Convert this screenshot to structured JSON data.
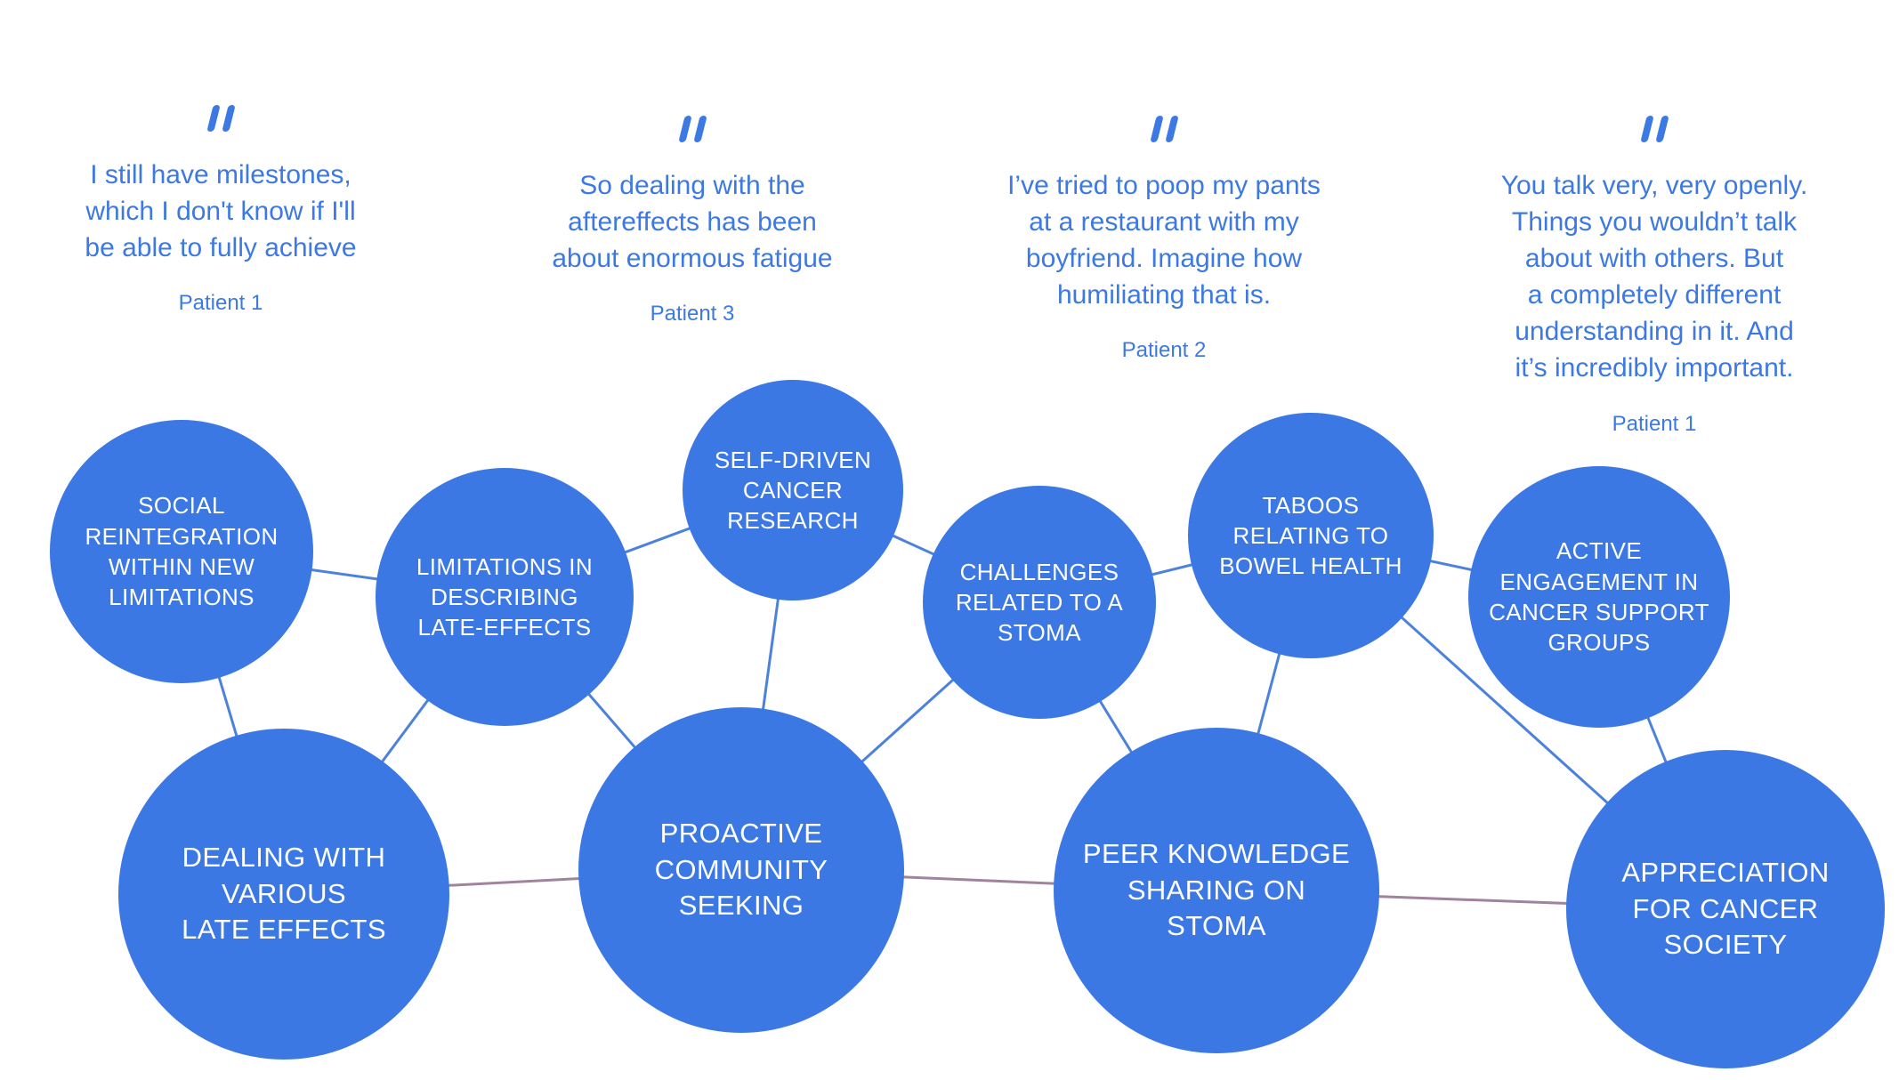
{
  "quotes": [
    {
      "text": "I still have milestones,\nwhich I don't know if I'll\nbe able to fully achieve",
      "attribution": "Patient 1"
    },
    {
      "text": "So dealing with the\naftereffects has been\nabout enormous fatigue",
      "attribution": "Patient 3"
    },
    {
      "text": "I’ve tried to poop my pants\nat a restaurant with my\nboyfriend. Imagine how\nhumiliating that is.",
      "attribution": "Patient 2"
    },
    {
      "text": "You talk very, very openly.\nThings you wouldn’t talk\nabout with others. But\na completely different\nunderstanding in it. And\nit’s incredibly important.",
      "attribution": "Patient 1"
    }
  ],
  "nodes": [
    {
      "label": "SOCIAL\nREINTEGRATION\nWITHIN NEW\nLIMITATIONS"
    },
    {
      "label": "LIMITATIONS IN\nDESCRIBING\nLATE-EFFECTS"
    },
    {
      "label": "SELF-DRIVEN\nCANCER\nRESEARCH"
    },
    {
      "label": "CHALLENGES\nRELATED TO A\nSTOMA"
    },
    {
      "label": "TABOOS\nRELATING TO\nBOWEL HEALTH"
    },
    {
      "label": "ACTIVE\nENGAGEMENT IN\nCANCER SUPPORT\nGROUPS"
    },
    {
      "label": "DEALING WITH\nVARIOUS\nLATE EFFECTS"
    },
    {
      "label": "PROACTIVE\nCOMMUNITY\nSEEKING"
    },
    {
      "label": "PEER KNOWLEDGE\nSHARING ON\nSTOMA"
    },
    {
      "label": "APPRECIATION\nFOR CANCER\nSOCIETY"
    }
  ],
  "edges": [
    {
      "from": 0,
      "to": 1,
      "color": "blue"
    },
    {
      "from": 0,
      "to": 6,
      "color": "blue"
    },
    {
      "from": 1,
      "to": 2,
      "color": "blue"
    },
    {
      "from": 1,
      "to": 6,
      "color": "blue"
    },
    {
      "from": 1,
      "to": 7,
      "color": "blue"
    },
    {
      "from": 2,
      "to": 3,
      "color": "blue"
    },
    {
      "from": 2,
      "to": 7,
      "color": "blue"
    },
    {
      "from": 3,
      "to": 4,
      "color": "blue"
    },
    {
      "from": 3,
      "to": 7,
      "color": "blue"
    },
    {
      "from": 3,
      "to": 8,
      "color": "blue"
    },
    {
      "from": 4,
      "to": 5,
      "color": "blue"
    },
    {
      "from": 4,
      "to": 8,
      "color": "blue"
    },
    {
      "from": 4,
      "to": 9,
      "color": "blue"
    },
    {
      "from": 5,
      "to": 9,
      "color": "blue"
    },
    {
      "from": 6,
      "to": 7,
      "color": "purple"
    },
    {
      "from": 7,
      "to": 8,
      "color": "purple"
    },
    {
      "from": 8,
      "to": 9,
      "color": "purple"
    }
  ],
  "colors": {
    "bubble": "#3c78e4",
    "quote": "#3d79e2",
    "edge_blue": "#4d82dc",
    "edge_purple": "#a0849e"
  }
}
